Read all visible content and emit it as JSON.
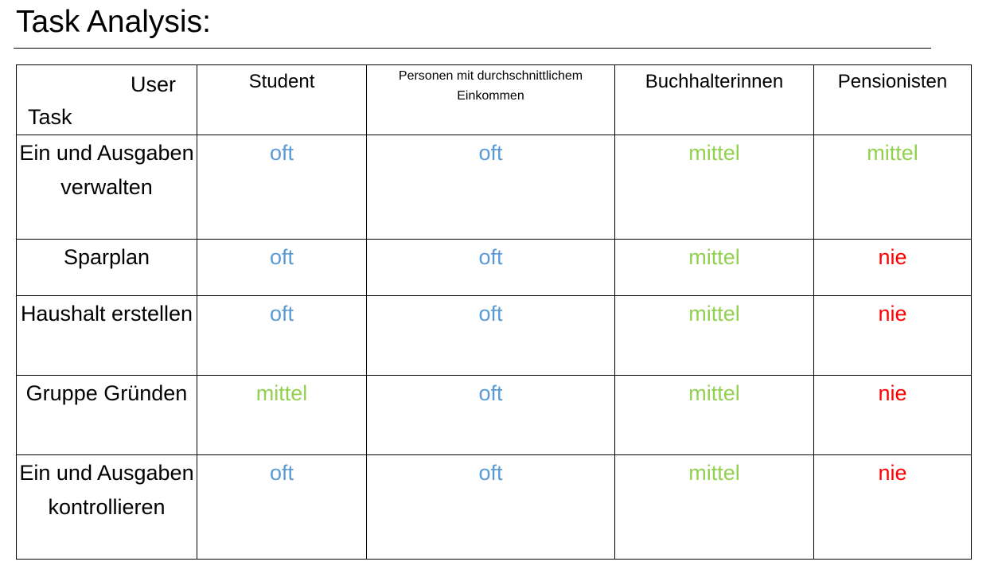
{
  "title": "Task Analysis:",
  "colors": {
    "oft": "#5b9bd5",
    "mittel": "#92d050",
    "nie": "#ff0000"
  },
  "header": {
    "user_label": "User",
    "task_label": "Task",
    "columns": [
      "Student",
      "Personen mit durchschnittlichem Einkommen",
      "Buchhalterinnen",
      "Pensionisten"
    ]
  },
  "rows": [
    {
      "task": "Ein und Ausgaben verwalten",
      "values": [
        "oft",
        "oft",
        "mittel",
        "mittel"
      ]
    },
    {
      "task": "Sparplan",
      "values": [
        "oft",
        "oft",
        "mittel",
        "nie"
      ]
    },
    {
      "task": "Haushalt erstellen",
      "values": [
        "oft",
        "oft",
        "mittel",
        "nie"
      ]
    },
    {
      "task": "Gruppe Gründen",
      "values": [
        "mittel",
        "oft",
        "mittel",
        "nie"
      ]
    },
    {
      "task": "Ein und Ausgaben kontrollieren",
      "values": [
        "oft",
        "oft",
        "mittel",
        "nie"
      ]
    }
  ]
}
